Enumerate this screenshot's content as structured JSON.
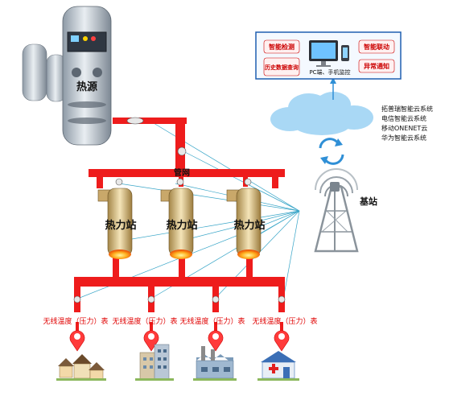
{
  "heat_source": {
    "label": "热源"
  },
  "pipe_network": {
    "label": "管网"
  },
  "stations": [
    {
      "label": "热力站"
    },
    {
      "label": "热力站"
    },
    {
      "label": "热力站"
    }
  ],
  "meters": [
    {
      "label": "无线温度（压力）表"
    },
    {
      "label": "无线温度（压力）表"
    },
    {
      "label": "无线温度（压力）表"
    },
    {
      "label": "无线温度（压力）表"
    }
  ],
  "base_station": {
    "label": "基站"
  },
  "cloud_systems": [
    "拓普瑞智能云系统",
    "电信智能云系统",
    "移动ONENET云",
    "华为智能云系统"
  ],
  "monitor_panel": {
    "buttons_left": [
      "智能检测",
      "历史数据查询"
    ],
    "buttons_right": [
      "智能联动",
      "异常通知"
    ],
    "devices_label": "PC端、手机监控"
  },
  "buildings": [
    {
      "icon": "houses-icon"
    },
    {
      "icon": "apartment-icon"
    },
    {
      "icon": "factory-icon"
    },
    {
      "icon": "hospital-icon"
    }
  ],
  "colors": {
    "pipe": "#ee1c1c",
    "signal_line": "#3aa6c8",
    "panel_border": "#1f5fb0",
    "text_red": "#e00000",
    "cloud": "#a9d8f5"
  }
}
